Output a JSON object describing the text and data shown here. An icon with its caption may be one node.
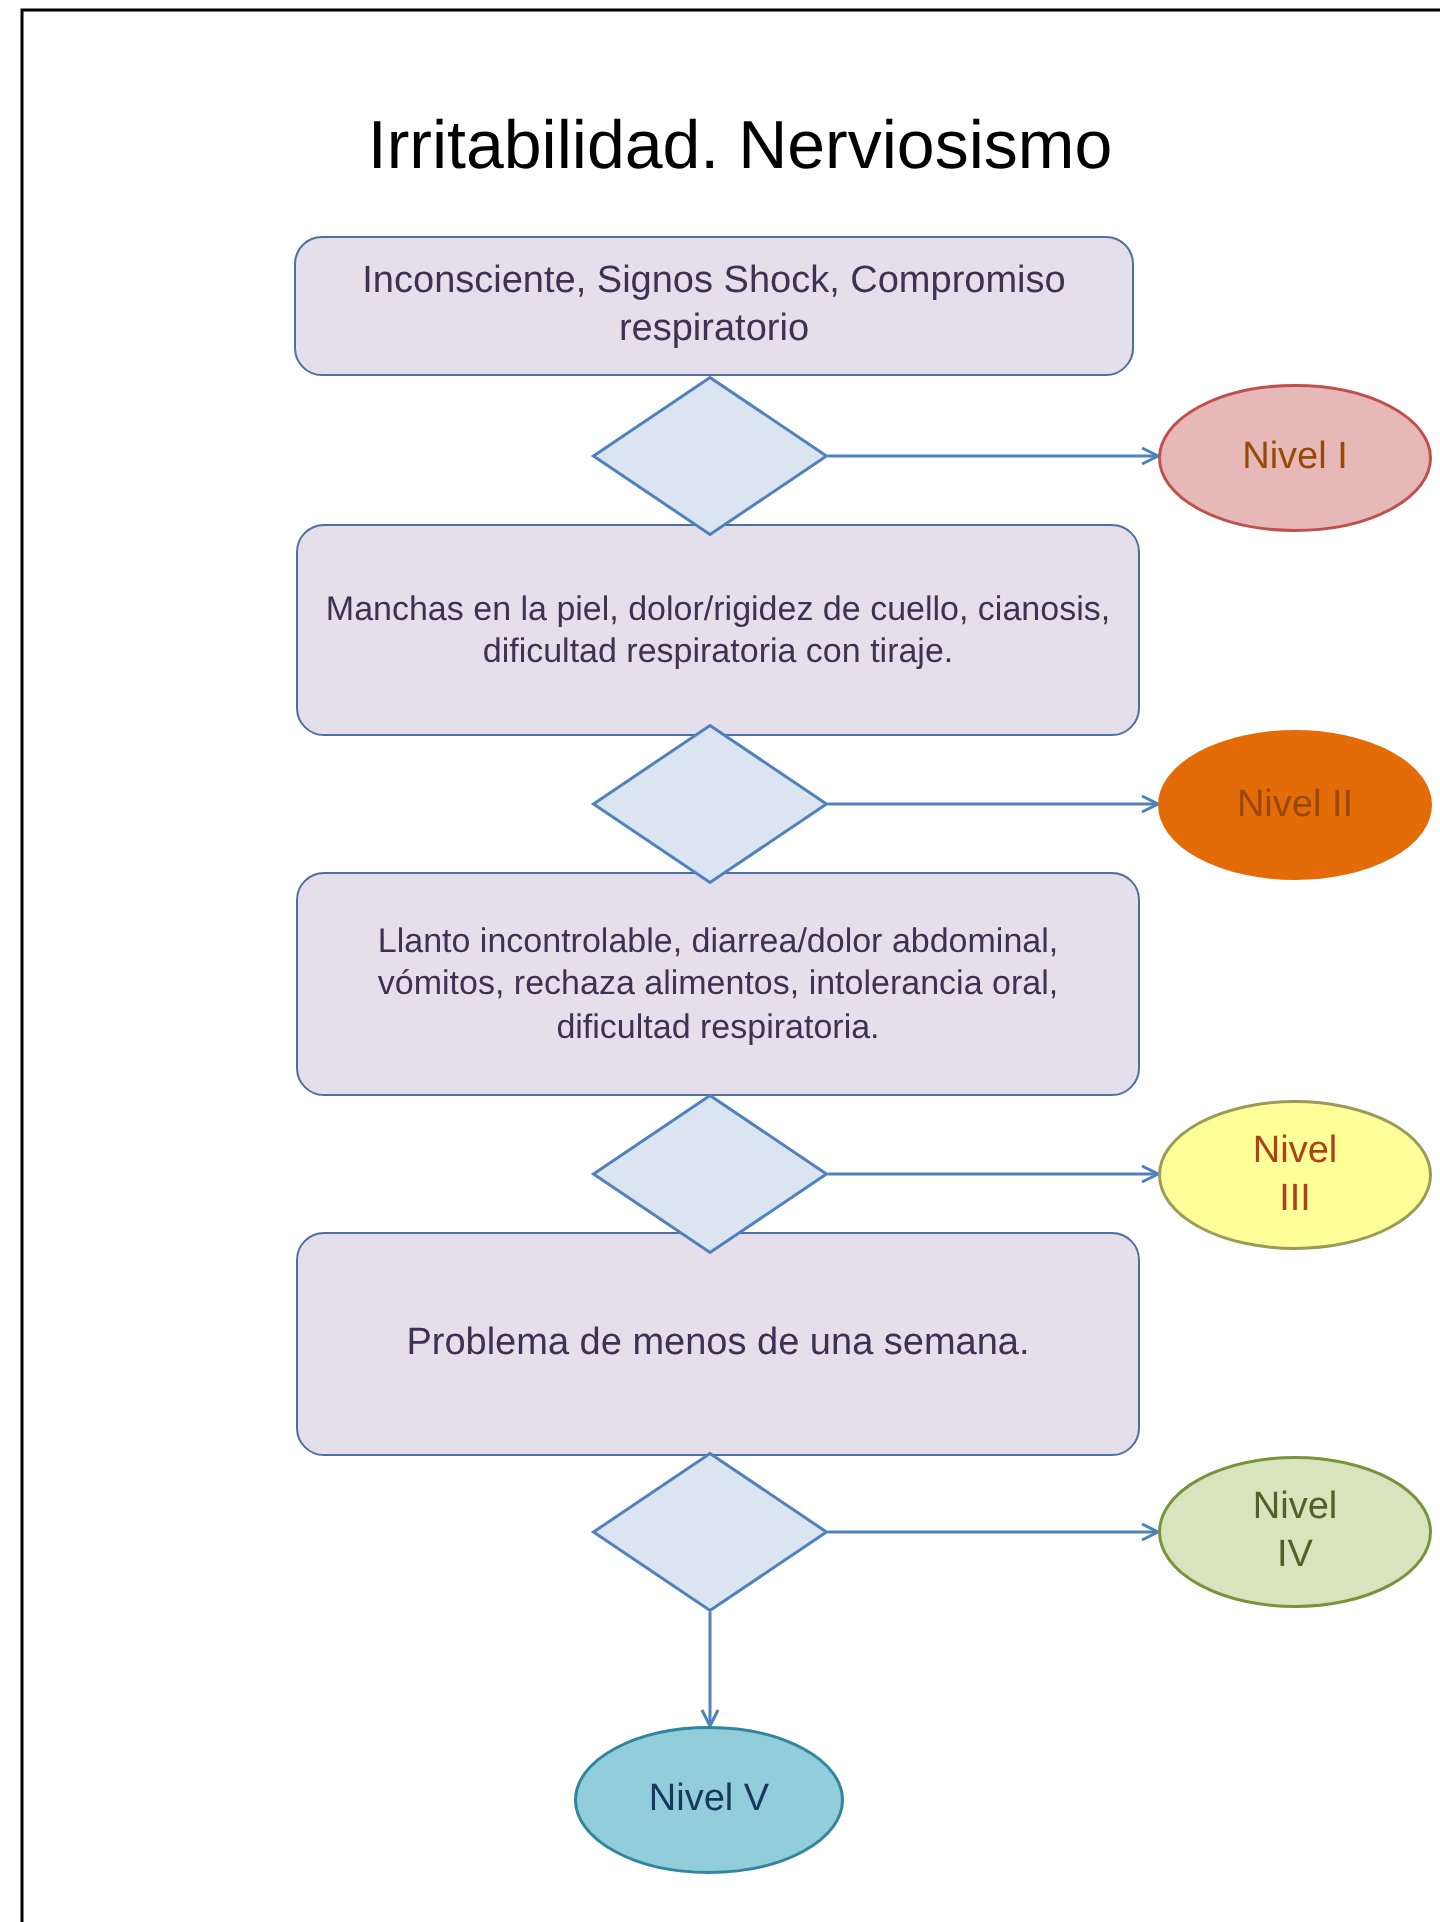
{
  "diagram": {
    "title": "Irritabilidad. Nerviosismo",
    "nodes": [
      {
        "text": [
          "Inconsciente, Signos Shock, Compromiso respiratorio"
        ]
      },
      {
        "text": [],
        "shape": "diamond"
      },
      {
        "text": [
          "Nivel I"
        ]
      },
      {
        "text": [
          "Manchas en la piel, dolor/rigidez de cuello, cianosis, dificultad respiratoria con tiraje."
        ]
      },
      {
        "text": [],
        "shape": "diamond"
      },
      {
        "text": [
          "Nivel II"
        ]
      },
      {
        "text": [
          "Llanto incontrolable, diarrea/dolor abdominal, vómitos, rechaza alimentos, intolerancia oral, dificultad respiratoria."
        ]
      },
      {
        "text": [],
        "shape": "diamond"
      },
      {
        "text": [
          "Nivel III"
        ]
      },
      {
        "text": [
          "Problema de menos de una semana."
        ]
      },
      {
        "text": [],
        "shape": "diamond"
      },
      {
        "text": [
          "Nivel IV"
        ]
      },
      {
        "text": [
          "Nivel V"
        ]
      }
    ],
    "edges": [
      {
        "from": 1,
        "to": 2,
        "arrow": "to"
      },
      {
        "from": 4,
        "to": 5,
        "arrow": "to"
      },
      {
        "from": 7,
        "to": 8,
        "arrow": "to"
      },
      {
        "from": 10,
        "to": 11,
        "arrow": "to"
      },
      {
        "from": 10,
        "to": 12,
        "arrow": "to"
      }
    ]
  }
}
